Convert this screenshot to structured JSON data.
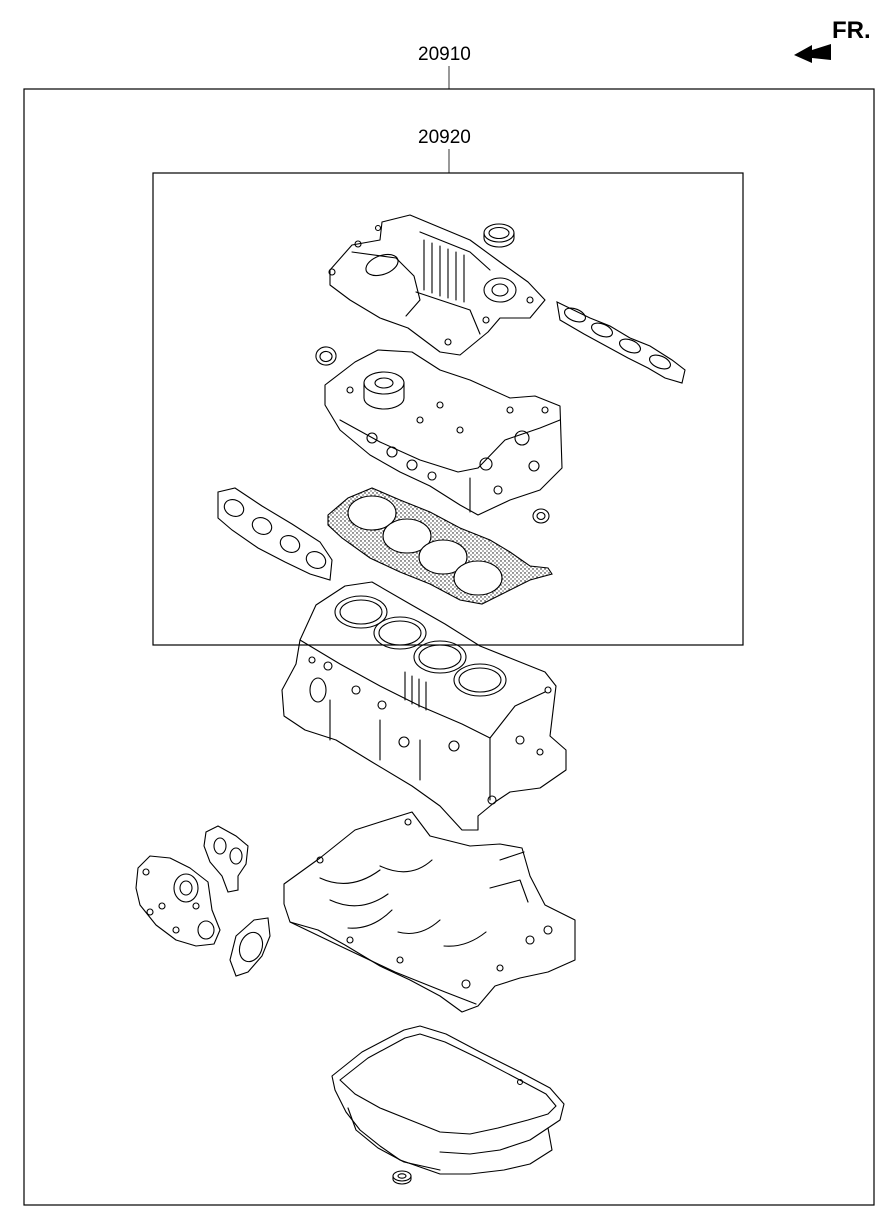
{
  "labels": {
    "outer_assembly": "20910",
    "inner_assembly": "20920",
    "front_indicator": "FR."
  },
  "icons": {
    "front_arrow": "front-direction-arrow-icon"
  },
  "parts": [
    "cylinder-head-cover",
    "cover-oil-seal",
    "intake-manifold-gasket",
    "cover-oring",
    "cylinder-head",
    "cam-oil-seal",
    "exhaust-manifold-gasket",
    "cylinder-head-gasket",
    "cylinder-block",
    "water-pump",
    "water-pump-gasket",
    "thermostat-gasket",
    "ladder-frame",
    "oil-pan",
    "drain-plug-gasket"
  ],
  "colors": {
    "line": "#000000",
    "background": "#ffffff"
  }
}
